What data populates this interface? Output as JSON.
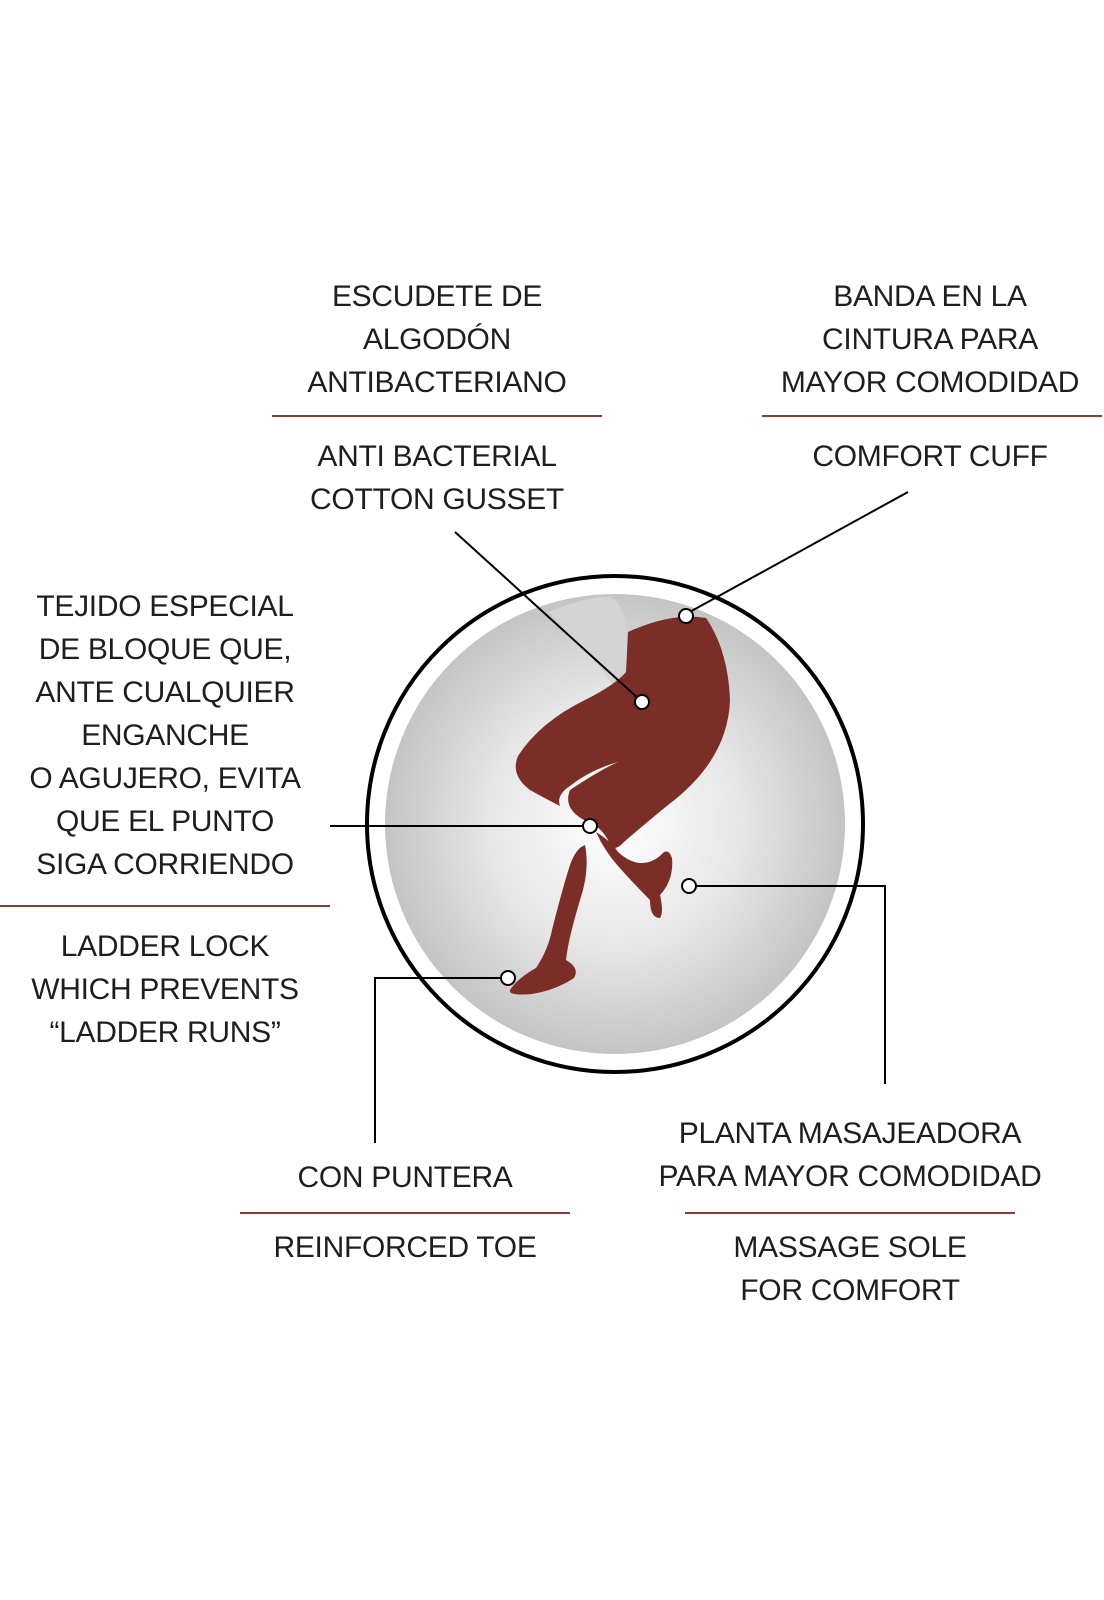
{
  "colors": {
    "accent_rule": "#8c3b34",
    "tights": "#7b2d27",
    "circle_outline": "#000000",
    "circle_fill_edge": "#c8c8c8",
    "circle_fill_center": "#ffffff",
    "text": "#1e1e1e"
  },
  "features": {
    "gusset": {
      "es": [
        "ESCUDETE DE",
        "ALGODÓN",
        "ANTIBACTERIANO"
      ],
      "en": [
        "ANTI BACTERIAL",
        "COTTON GUSSET"
      ]
    },
    "waistband": {
      "es": [
        "BANDA EN LA",
        "CINTURA PARA",
        "MAYOR COMODIDAD"
      ],
      "en": [
        "COMFORT CUFF"
      ]
    },
    "ladder_lock": {
      "es": [
        "TEJIDO ESPECIAL",
        "DE BLOQUE QUE,",
        "ANTE CUALQUIER",
        "ENGANCHE",
        "O AGUJERO, EVITA",
        "QUE EL PUNTO",
        "SIGA CORRIENDO"
      ],
      "en": [
        "LADDER LOCK",
        "WHICH PREVENTS",
        "“LADDER RUNS”"
      ]
    },
    "toe": {
      "es": [
        "CON PUNTERA"
      ],
      "en": [
        "REINFORCED TOE"
      ]
    },
    "sole": {
      "es": [
        "PLANTA MASAJEADORA",
        "PARA MAYOR COMODIDAD"
      ],
      "en": [
        "MASSAGE SOLE",
        "FOR COMFORT"
      ]
    }
  }
}
